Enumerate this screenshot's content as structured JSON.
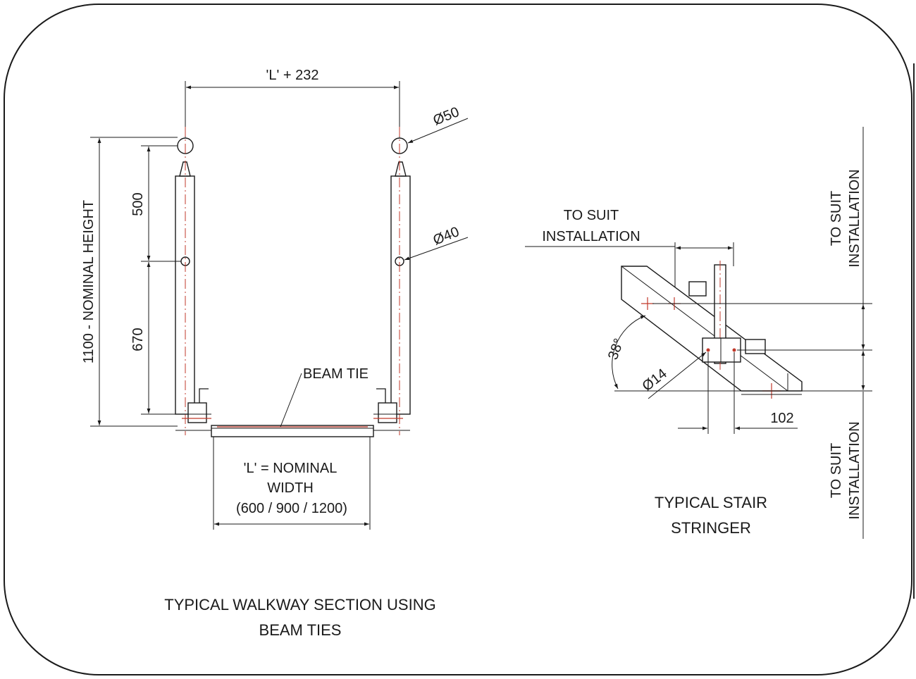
{
  "walkway": {
    "dim_top": "'L' + 232",
    "dim_height": "1100 - NOMINAL HEIGHT",
    "dim_500": "500",
    "dim_670": "670",
    "dia_50": "Ø50",
    "dia_40": "Ø40",
    "beam_tie": "BEAM TIE",
    "width_line1": "'L' = NOMINAL",
    "width_line2": "WIDTH",
    "width_line3": "(600 / 900 / 1200)",
    "title_line1": "TYPICAL WALKWAY SECTION USING",
    "title_line2": "BEAM TIES"
  },
  "stringer": {
    "suit_top_line1": "TO SUIT",
    "suit_top_line2": "INSTALLATION",
    "angle": "38°",
    "dia_14": "Ø14",
    "dim_102": "102",
    "title_line1": "TYPICAL STAIR",
    "title_line2": "STRINGER",
    "suit_right_upper_line1": "TO SUIT",
    "suit_right_upper_line2": "INSTALLATION",
    "suit_right_lower_line1": "TO SUIT",
    "suit_right_lower_line2": "INSTALLATION"
  }
}
